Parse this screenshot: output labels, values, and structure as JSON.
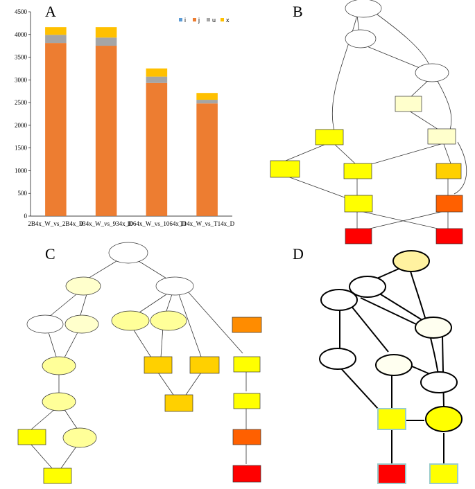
{
  "panels": {
    "a": "A",
    "b": "B",
    "c": "C",
    "d": "D"
  },
  "chart_data": {
    "type": "bar",
    "stacked": true,
    "categories": [
      "2B4x_W_vs_2B4x_D",
      "934x_W_vs_934x_D",
      "1064x_W_vs_1064x_D",
      "T14x_W_vs_T14x_D"
    ],
    "series": [
      {
        "name": "i",
        "color": "#5B9BD5",
        "values": [
          2,
          2,
          2,
          2
        ]
      },
      {
        "name": "j",
        "color": "#ED7D31",
        "values": [
          3810,
          3750,
          2930,
          2480
        ]
      },
      {
        "name": "u",
        "color": "#A5A5A5",
        "values": [
          180,
          180,
          140,
          80
        ]
      },
      {
        "name": "x",
        "color": "#FFC000",
        "values": [
          170,
          230,
          180,
          150
        ]
      }
    ],
    "ylim": [
      0,
      4500
    ],
    "yticks": [
      0,
      500,
      1000,
      1500,
      2000,
      2500,
      3000,
      3500,
      4000,
      4500
    ],
    "legend_position": "top-right",
    "grid": false
  },
  "graph_colors": {
    "white_node": "#FFFFFF",
    "pale_node": "#FFFFCC",
    "light_yellow_node": "#FFFFAA",
    "yellow_node": "#FFFF00",
    "gold_node": "#FFD000",
    "orange_node": "#FF8C00",
    "dark_orange_node": "#FF6000",
    "red_node": "#FF0000"
  }
}
